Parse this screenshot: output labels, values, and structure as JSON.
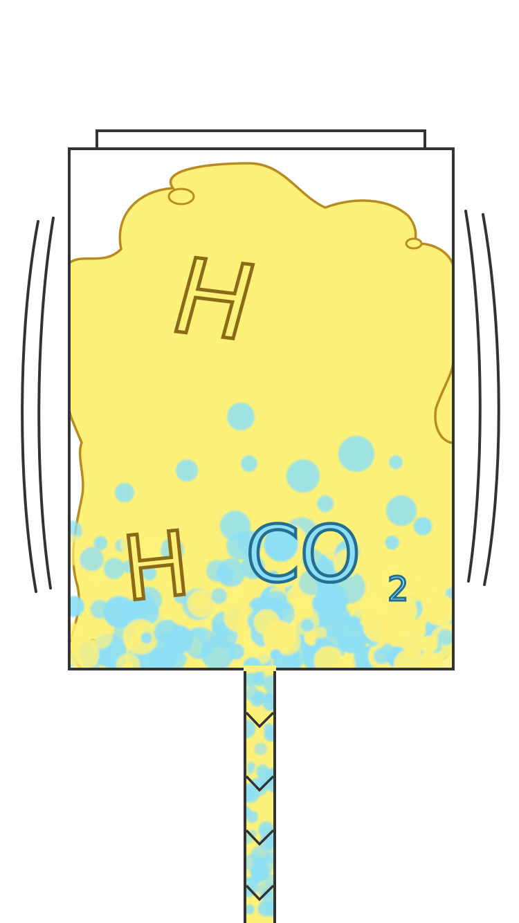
{
  "labels": {
    "top_element": "H",
    "bottom_element": "H",
    "gas_main": "CO",
    "gas_subscript": "2"
  },
  "colors": {
    "outline": "#333333",
    "foam_fill": "#fdf17a",
    "foam_edge": "#b88b20",
    "letter_brown": "#8a6a16",
    "bubble_blue": "#8ddff5",
    "co2_blue": "#3aa5cc",
    "co2_edge": "#246f91",
    "background": "#ffffff"
  },
  "icons": {
    "vibration_lines": "vibration-lines-icon",
    "flow_arrows": "chevron-down-icon"
  }
}
